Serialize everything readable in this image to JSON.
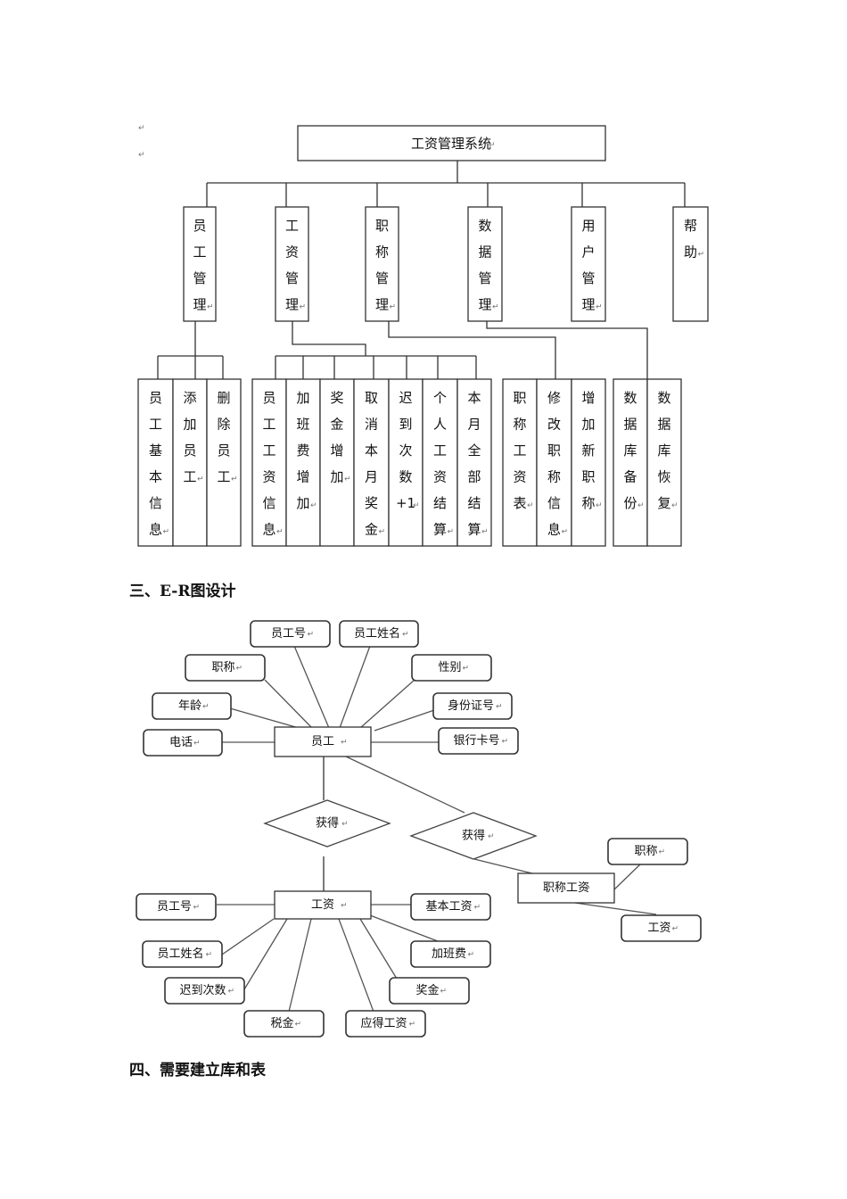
{
  "paragraph_marks": [
    "↵",
    "↵"
  ],
  "return_mark": "↵",
  "structure_chart": {
    "root": "工资管理系统",
    "modules": [
      {
        "label": "员工管理",
        "children": [
          "员工基本信息",
          "添加员工",
          "删除员工"
        ]
      },
      {
        "label": "工资管理",
        "children": [
          "员工工资信息",
          "加班费增加",
          "奖金增加",
          "取消本月奖金",
          "迟到次数+1",
          "个人工资结算",
          "本月全部结算"
        ]
      },
      {
        "label": "职称管理",
        "children": [
          "职称工资表",
          "修改职称信息",
          "增加新职称"
        ]
      },
      {
        "label": "数据管理",
        "children": [
          "数据库备份",
          "数据库恢复"
        ]
      },
      {
        "label": "用户管理",
        "children": []
      },
      {
        "label": "帮助",
        "children": []
      }
    ]
  },
  "section3_heading": "三、E-R图设计",
  "er_diagram": {
    "entities": {
      "employee": "员工",
      "salary": "工资",
      "title_salary": "职称工资"
    },
    "relationships": [
      "获得",
      "获得"
    ],
    "employee_attributes": [
      "员工号",
      "员工姓名",
      "职称",
      "性别",
      "年龄",
      "身份证号",
      "电话",
      "银行卡号"
    ],
    "salary_attributes": [
      "员工号",
      "基本工资",
      "员工姓名",
      "加班费",
      "迟到次数",
      "奖金",
      "税金",
      "应得工资"
    ],
    "title_salary_attributes": [
      "职称",
      "工资"
    ]
  },
  "section4_heading": "四、需要建立库和表"
}
